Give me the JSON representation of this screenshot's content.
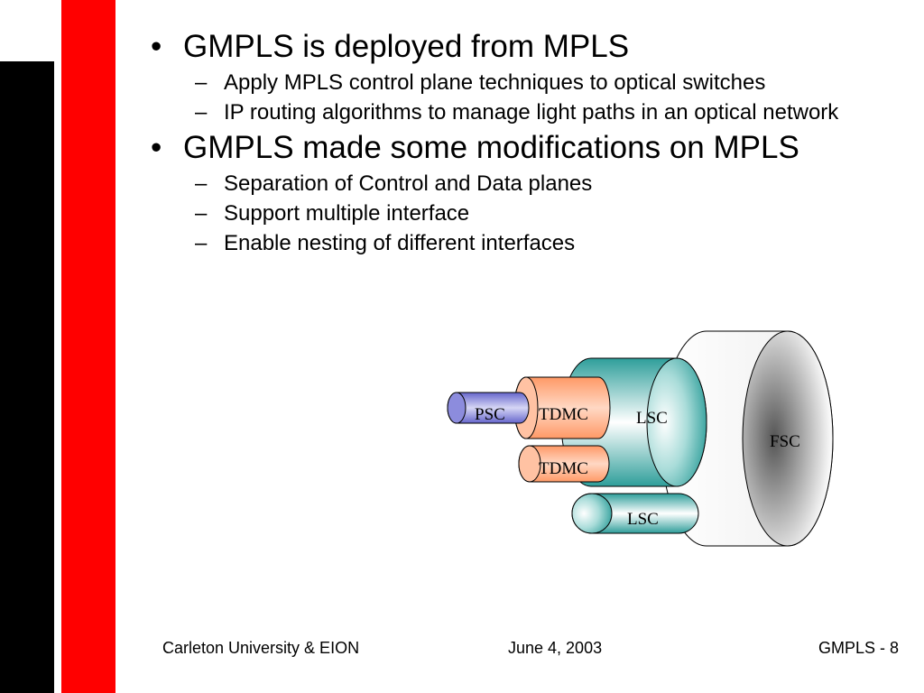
{
  "slide": {
    "bullets": [
      {
        "text": "GMPLS is deployed from MPLS",
        "subs": [
          "Apply MPLS control plane techniques to optical switches",
          "IP routing algorithms to manage light paths in an optical network"
        ]
      },
      {
        "text": "GMPLS made some modifications on MPLS",
        "subs": [
          "Separation of Control and Data planes",
          "Support multiple interface",
          "Enable nesting of different interfaces"
        ]
      }
    ],
    "bullet_mark": "•",
    "sub_mark": "–"
  },
  "diagram": {
    "labels": {
      "fsc": "FSC",
      "lsc_main": "LSC",
      "lsc_small": "LSC",
      "tdmc_top": "TDMC",
      "tdmc_bottom": "TDMC",
      "psc": "PSC"
    },
    "colors": {
      "teal": "#2e9e9a",
      "orange": "#ff9966",
      "purple": "#6666cc",
      "sidebar_red": "#ff0000",
      "sidebar_black": "#000000"
    }
  },
  "footer": {
    "left": "Carleton University & EION",
    "center": "June 4, 2003",
    "right": "GMPLS - 8"
  }
}
